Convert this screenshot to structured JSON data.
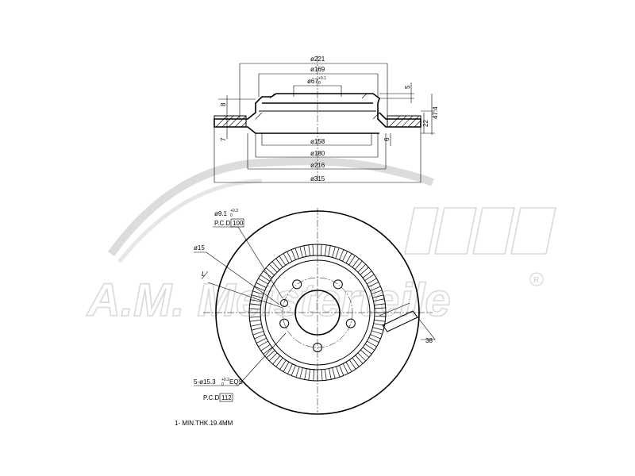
{
  "watermark": {
    "brand_text": "A.M. Meisterteile",
    "registered_mark": "R",
    "color": "#d9d9d9"
  },
  "section_view": {
    "dimensions": {
      "outer_diameter": "ø221",
      "hat_diameter": "ø169",
      "hub_bore": "ø67",
      "hub_bore_tol_upper": "+0.1",
      "hub_bore_tol_lower": "0",
      "hat_depth": "5",
      "flange_thickness": "8",
      "flange_lower": "7",
      "step_height": "22",
      "total_height": "47.4",
      "small_step": "6",
      "inner_diameter_158": "ø158",
      "diameter_180": "ø180",
      "diameter_216": "ø216",
      "disc_diameter": "ø315"
    }
  },
  "front_view": {
    "hole_label": "ø9.1",
    "hole_tol_upper": "+0.3",
    "hole_tol_lower": "0",
    "pcd_label": "P.C.D",
    "pcd_small": "100",
    "phi15": "ø15",
    "bolt_holes": "5-ø15.3",
    "bolt_tol_upper": "+0.2",
    "bolt_tol_lower": "0",
    "bolt_eqs": "EQS",
    "pcd_large": "112",
    "slot_width": "38",
    "l_marker": "L",
    "min_thickness_note": "1- MIN.THK.19.4MM"
  }
}
